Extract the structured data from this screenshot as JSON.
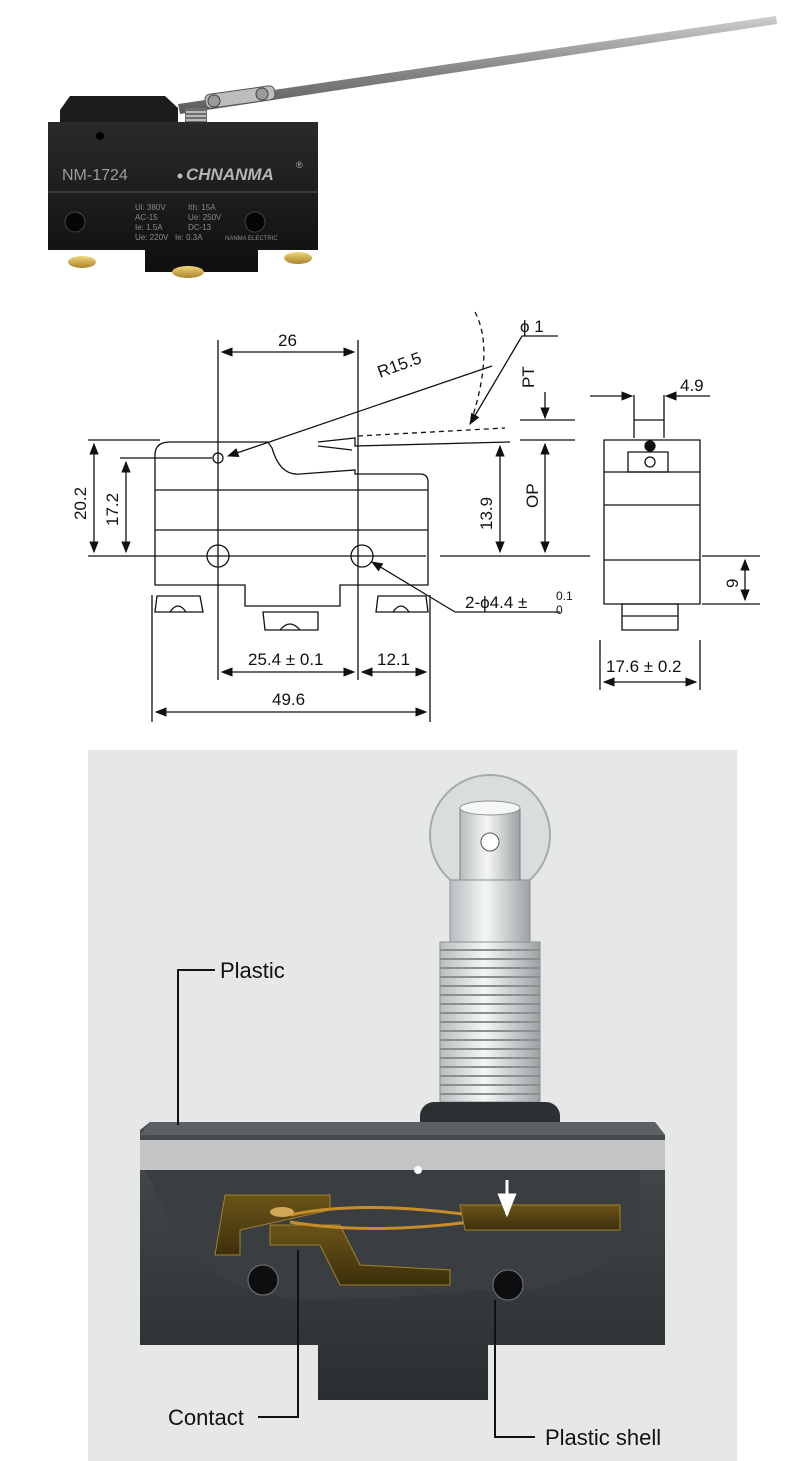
{
  "photo": {
    "model": "NM-1724",
    "brand": "CHNANMA",
    "registered_mark": "®",
    "ratings": [
      [
        "Ui: 380V",
        "Ith: 15A"
      ],
      [
        "AC-15",
        "Ue: 250V"
      ],
      [
        "Ie: 1.5A",
        "DC-13"
      ],
      [
        "Ue: 220V",
        "Ie: 0.3A",
        "NANMA ELECTRIC"
      ]
    ]
  },
  "drawing": {
    "dim_26": "26",
    "dim_radius": "R15.5",
    "dim_phi1": "ϕ 1",
    "dim_pt": "PT",
    "dim_4_9": "4.9",
    "dim_20_2": "20.2",
    "dim_17_2": "17.2",
    "dim_13_9": "13.9",
    "dim_op": "OP",
    "dim_9": "9",
    "hole_prefix": "2-ϕ4.4 ±",
    "hole_tol_upper": "0.1",
    "hole_tol_lower": "0",
    "dim_25_4": "25.4 ± 0.1",
    "dim_12_1": "12.1",
    "dim_49_6": "49.6",
    "dim_17_6": "17.6 ± 0.2"
  },
  "cutaway": {
    "label_plastic": "Plastic",
    "label_contact": "Contact",
    "label_shell": "Plastic shell"
  }
}
